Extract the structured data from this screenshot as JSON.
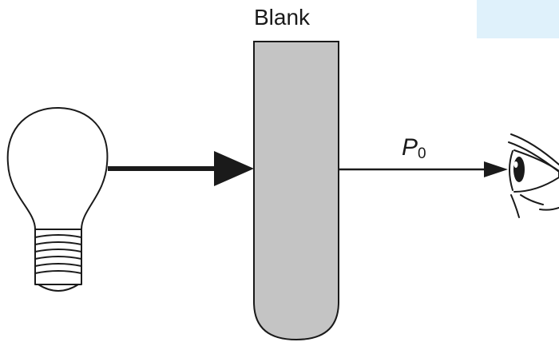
{
  "diagram": {
    "blank_label": "Blank",
    "transmitted_power_label": "P",
    "transmitted_power_subscript": "0",
    "colors": {
      "stroke": "#1a1a1a",
      "cuvette_fill": "#c4c4c4",
      "top_box": "#dff1fb"
    }
  }
}
